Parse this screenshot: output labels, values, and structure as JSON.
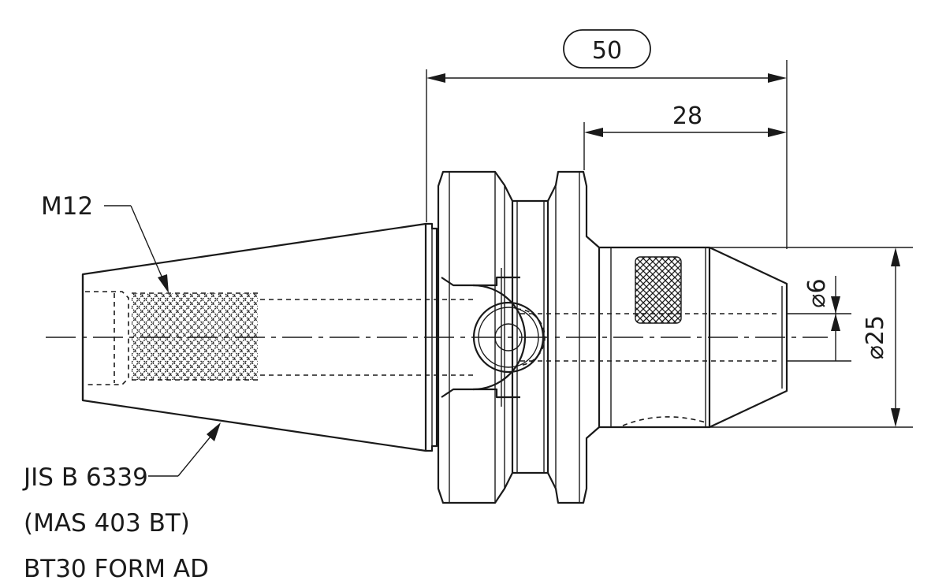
{
  "dimensions": {
    "total_length": "50",
    "body_length": "28",
    "bore_diameter": "⌀6",
    "nose_diameter": "⌀25"
  },
  "labels": {
    "thread": "M12",
    "standard": "JIS B 6339",
    "standard_alt": "(MAS 403 BT)",
    "form": "BT30 FORM AD"
  }
}
